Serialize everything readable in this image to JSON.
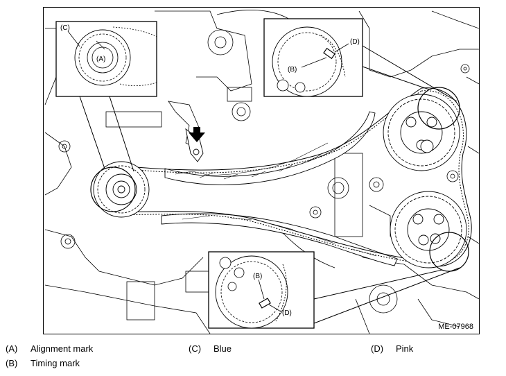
{
  "figure": {
    "id": "ME-07968",
    "callouts": {
      "a": "(A)",
      "b": "(B)",
      "c": "(C)",
      "d": "(D)"
    }
  },
  "legend": [
    {
      "key": "(A)",
      "text": "Alignment mark"
    },
    {
      "key": "(C)",
      "text": "Blue"
    },
    {
      "key": "(D)",
      "text": "Pink"
    },
    {
      "key": "(B)",
      "text": "Timing mark"
    }
  ]
}
